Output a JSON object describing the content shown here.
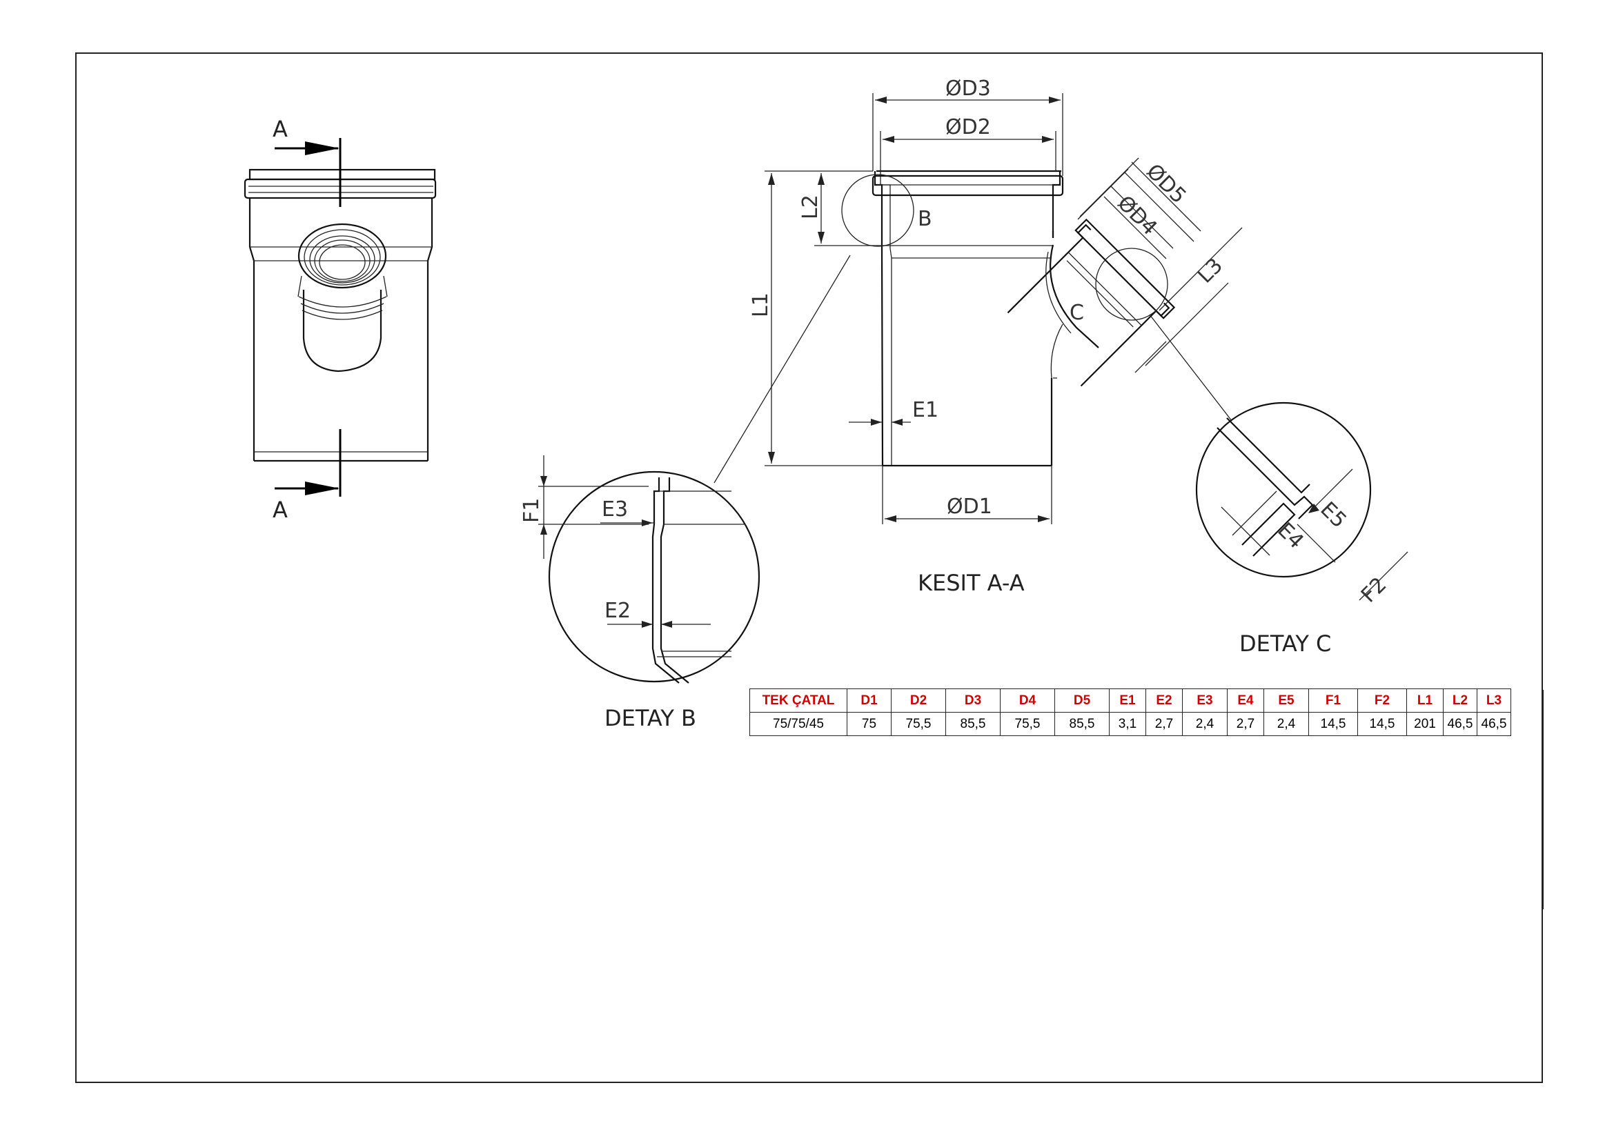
{
  "views": {
    "section_mark": "A",
    "section_title": "KESIT A-A",
    "detail_b_title": "DETAY B",
    "detail_c_title": "DETAY C",
    "detail_b_marker": "B",
    "detail_c_marker": "C"
  },
  "dimensions": {
    "d3": "ØD3",
    "d2": "ØD2",
    "d1": "ØD1",
    "d4": "ØD4",
    "d5": "ØD5",
    "l1": "L1",
    "l2": "L2",
    "l3": "L3",
    "e1": "E1",
    "e2": "E2",
    "e3": "E3",
    "e4": "E4",
    "e5": "E5",
    "f1": "F1",
    "f2": "F2"
  },
  "table": {
    "headers": [
      "TEK ÇATAL",
      "D1",
      "D2",
      "D3",
      "D4",
      "D5",
      "E1",
      "E2",
      "E3",
      "E4",
      "E5",
      "F1",
      "F2",
      "L1",
      "L2",
      "L3"
    ],
    "row": [
      "75/75/45",
      "75",
      "75,5",
      "85,5",
      "75,5",
      "85,5",
      "3,1",
      "2,7",
      "2,4",
      "2,7",
      "2,4",
      "14,5",
      "14,5",
      "201",
      "46,5",
      "46,5"
    ]
  }
}
